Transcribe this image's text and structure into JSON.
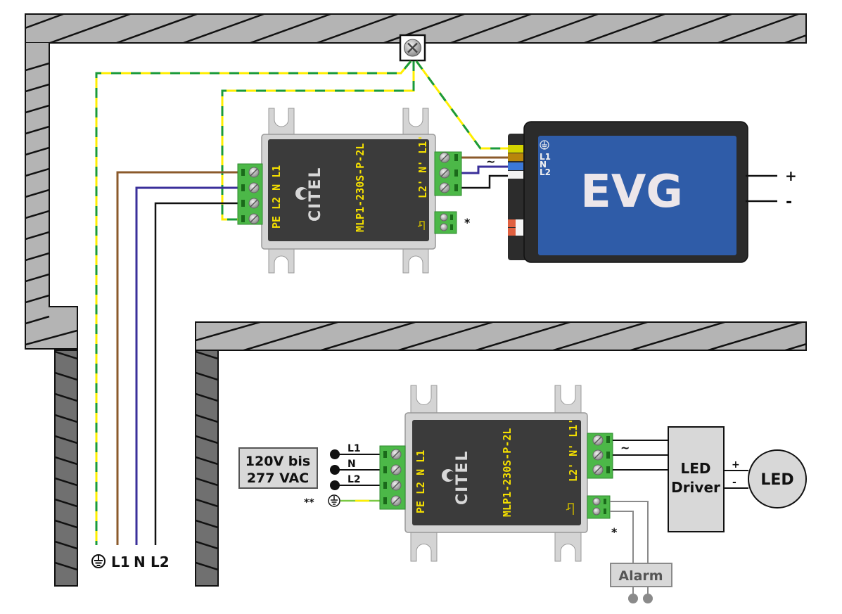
{
  "diagram": {
    "type": "wiring-diagram",
    "colors": {
      "wall_light": "#b4b4b4",
      "wall_dark": "#707070",
      "device_body": "#3b3b3b",
      "device_frame": "#d4d4d4",
      "terminal_green": "#4cb848",
      "label_yellow": "#f5e000",
      "evg_blue": "#2f5ca8",
      "wire_brown": "#8b5a2b",
      "wire_blue": "#3a2f9a",
      "wire_black": "#111111",
      "wire_pe_green": "#1a9a3a",
      "wire_pe_yellow": "#ffee00",
      "alarm_gray": "#8a8a8a"
    },
    "top_device": {
      "brand": "CITEL",
      "model": "MLP1-230S-P-2L",
      "input_labels": "PE L2 N L1",
      "output_labels": "L2' N' L1'",
      "alarm_marker": "*",
      "ac_symbol": "~"
    },
    "evg": {
      "title": "EVG",
      "terminals": [
        "L1",
        "N",
        "L2"
      ],
      "ground_symbol": "⏚",
      "plus": "+",
      "minus": "-"
    },
    "bottom_device": {
      "brand": "CITEL",
      "model": "MLP1-230S-P-2L",
      "input_labels": "PE L2 N L1",
      "output_labels": "L2' N' L1'",
      "alarm_marker": "*",
      "ac_symbol": "~"
    },
    "supply": {
      "voltage_line1": "120V bis",
      "voltage_line2": "277 VAC",
      "lines": [
        "L1",
        "N",
        "L2"
      ],
      "pe_marker": "**"
    },
    "led_driver": {
      "line1": "LED",
      "line2": "Driver",
      "plus": "+",
      "minus": "-"
    },
    "led": {
      "label": "LED"
    },
    "alarm": {
      "label": "Alarm"
    },
    "feed_labels": {
      "l1": "L1",
      "n": "N",
      "l2": "L2"
    }
  }
}
